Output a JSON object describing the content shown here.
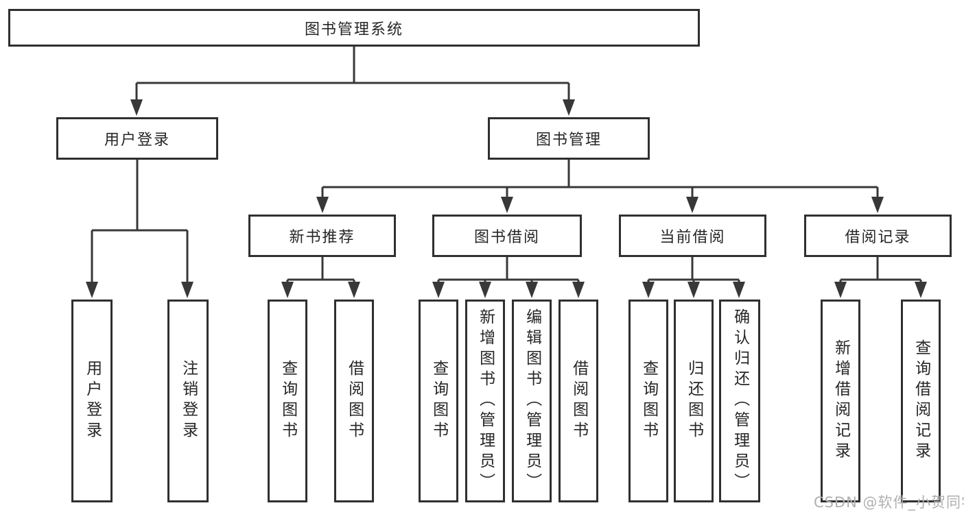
{
  "diagram_title": "图书管理系统",
  "tree": {
    "root": {
      "label": "图书管理系统",
      "children": [
        {
          "label": "用户登录",
          "children": [
            {
              "label": "用户登录"
            },
            {
              "label": "注销登录"
            }
          ]
        },
        {
          "label": "图书管理",
          "children": [
            {
              "label": "新书推荐",
              "children": [
                {
                  "label": "查询图书"
                },
                {
                  "label": "借阅图书"
                }
              ]
            },
            {
              "label": "图书借阅",
              "children": [
                {
                  "label": "查询图书"
                },
                {
                  "label": "新增图书（管理员）"
                },
                {
                  "label": "编辑图书（管理员）"
                },
                {
                  "label": "借阅图书"
                }
              ]
            },
            {
              "label": "当前借阅",
              "children": [
                {
                  "label": "查询图书"
                },
                {
                  "label": "归还图书"
                },
                {
                  "label": "确认归还（管理员）"
                }
              ]
            },
            {
              "label": "借阅记录",
              "children": [
                {
                  "label": "新增借阅记录"
                },
                {
                  "label": "查询借阅记录"
                }
              ]
            }
          ]
        }
      ]
    }
  },
  "watermark": {
    "text": "CSDN @软件_小贺同学",
    "color": "#b0b0b0"
  },
  "colors": {
    "line": "#383838",
    "box_border": "#2f2f2f",
    "text": "#262626",
    "background": "#ffffff"
  }
}
